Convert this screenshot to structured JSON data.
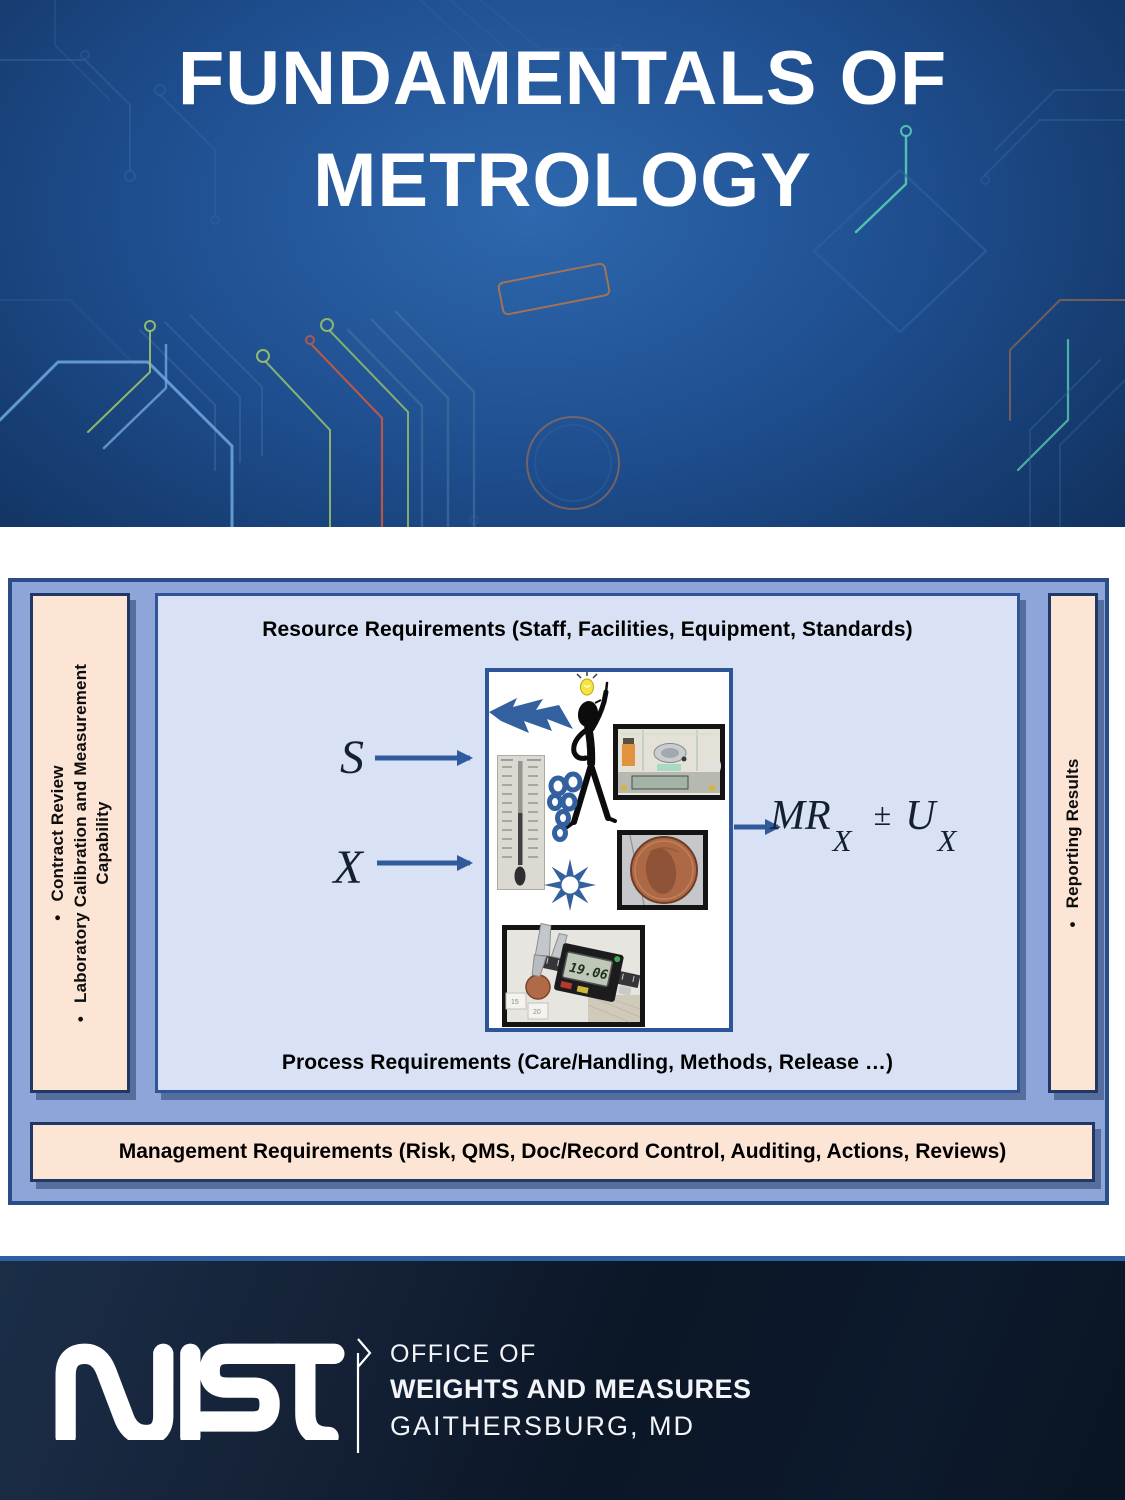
{
  "banner": {
    "title_line1": "FUNDAMENTALS OF",
    "title_line2": "METROLOGY"
  },
  "diagram": {
    "bullet": "•",
    "left_sidebar": {
      "items": [
        "Contract Review",
        "Laboratory Calibration and Measurement Capability"
      ]
    },
    "right_sidebar": {
      "items": [
        "Reporting Results"
      ]
    },
    "labels": {
      "resource": "Resource Requirements (Staff, Facilities, Equipment, Standards)",
      "process": "Process Requirements (Care/Handling, Methods, Release …)",
      "management": "Management Requirements (Risk, QMS, Doc/Record Control, Auditing, Actions, Reviews)"
    },
    "inputs": {
      "standard": "S",
      "unknown": "X"
    },
    "formula": {
      "mr": "MR",
      "mr_sub": "X",
      "plus_minus": "±",
      "u": "U",
      "u_sub": "X"
    },
    "illustration": {
      "caliper_reading": "19.06",
      "tile_label_1": "15",
      "tile_label_2": "20"
    }
  },
  "footer": {
    "logo_text": "NIST",
    "office_line1": "OFFICE OF",
    "office_line2": "WEIGHTS AND MEASURES",
    "location": "GAITHERSBURG, MD"
  },
  "colors": {
    "banner_blue": "#1e4d8d",
    "panel_periwinkle": "#8da5d8",
    "panel_light": "#d9e2f4",
    "peach": "#fce5d5",
    "border_navy": "#1f3864",
    "accent_blue": "#2e5597",
    "clipart_blue": "#33609e",
    "footer_navy": "#0b1626",
    "footer_line_blue": "#2f5fa3"
  }
}
